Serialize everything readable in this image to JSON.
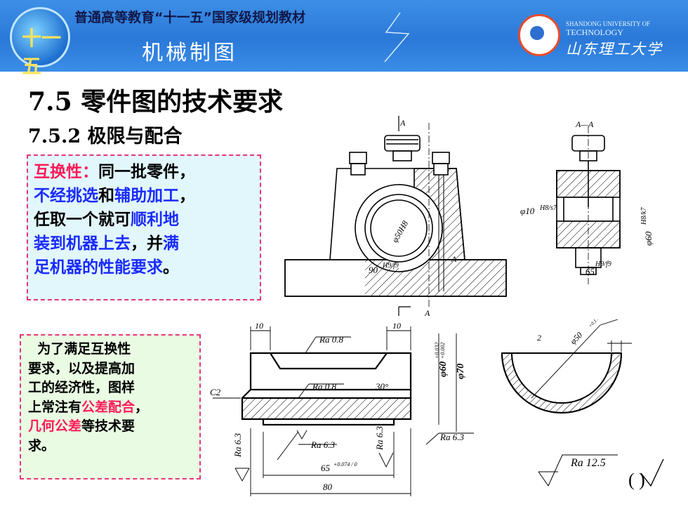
{
  "banner": {
    "logo_text": "十一五",
    "series": "普通高等教育“十一五”国家级规划教材",
    "course_title": "机械制图",
    "university_en_1": "SHANDONG UNIVERSITY OF",
    "university_en_2": "TECHNOLOGY",
    "university_cn": "山东理工大学"
  },
  "heading": {
    "section": "7.5  零件图的技术要求",
    "subsection": "7.5.2  极限与配合"
  },
  "definition_box": {
    "term": "互换性：",
    "t1": "同一批零件，",
    "t2a": "不经挑选",
    "t2b": "和",
    "t2c": "辅助加工",
    "t2d": "，",
    "t3a": "任取一个就可",
    "t3b": "顺利地",
    "t4a": "装到机器上去",
    "t4b": "，并",
    "t4c": "满",
    "t5a": "足机器的性能要求",
    "t5b": "。"
  },
  "note_box": {
    "l1": "为了满足互换性",
    "l2": "要求，以及提高加",
    "l3": "工的经济性，图样",
    "l4a": "上常注有",
    "l4b": "公差配合",
    "l4c": "，",
    "l5a": "几何公差",
    "l5b": "等技术要",
    "l6": "求。"
  },
  "assembly_labels": {
    "section_A_top": "A",
    "section_A_side": "A",
    "section_A_bottom": "A",
    "view_title": "A—A",
    "bore_dim": "φ50H8",
    "fit_90": "90",
    "fit_90_tol": "H9/f9",
    "fit_10": "φ10",
    "fit_10_tol": "H8/s7",
    "fit_60": "φ60",
    "fit_60_tol": "H8/k7",
    "fit_65": "65",
    "fit_65_tol": "H9/f9"
  },
  "bushing_labels": {
    "dim_10_left": "10",
    "dim_10_right": "10",
    "ra_top": "Ra 0.8",
    "ra_mid": "Ra 0.8",
    "ra_bottom": "Ra 6.3",
    "ra_left": "Ra 6.3",
    "ra_right": "Ra 6.3",
    "ra_outer": "Ra 6.3",
    "chamfer": "C2",
    "angle": "30°",
    "dia_60": "φ60",
    "dia_60_tol_up": "+0.032",
    "dia_60_tol_low": "+0.002",
    "dia_70": "φ70",
    "dim_65": "65",
    "dim_65_tol": "+0.074 / 0",
    "dim_80": "80"
  },
  "half_bearing_labels": {
    "dim_2": "2",
    "dia_50": "φ50",
    "dia_50_tol": "+0.1 / 0"
  },
  "roughness_note": {
    "value": "Ra 12.5",
    "suffix": "(    )"
  }
}
